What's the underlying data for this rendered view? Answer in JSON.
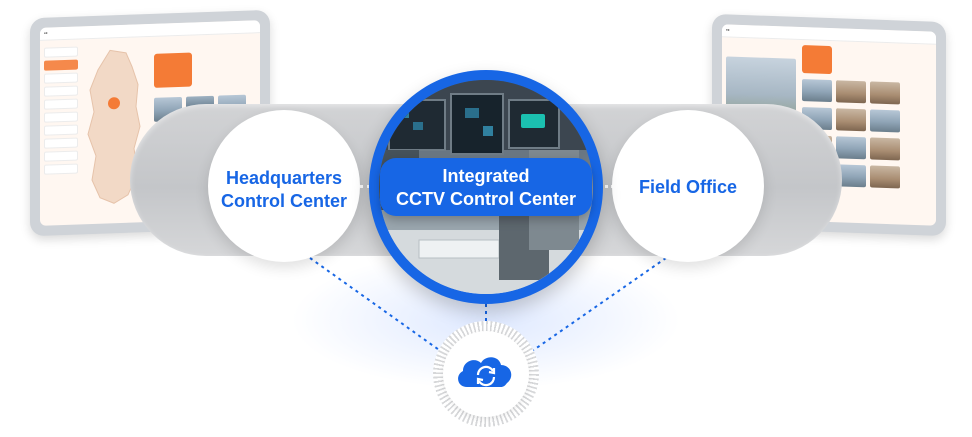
{
  "nodes": {
    "headquarters": {
      "line1": "Headquarters",
      "line2": "Control Center"
    },
    "integrated": {
      "line1": "Integrated",
      "line2": "CCTV Control Center"
    },
    "field": {
      "label": "Field Office"
    }
  },
  "hub": {
    "icon": "cloud-sync-icon"
  },
  "colors": {
    "accent": "#1766e5",
    "band": "#c8cacd",
    "screen_accent": "#f47b36"
  }
}
